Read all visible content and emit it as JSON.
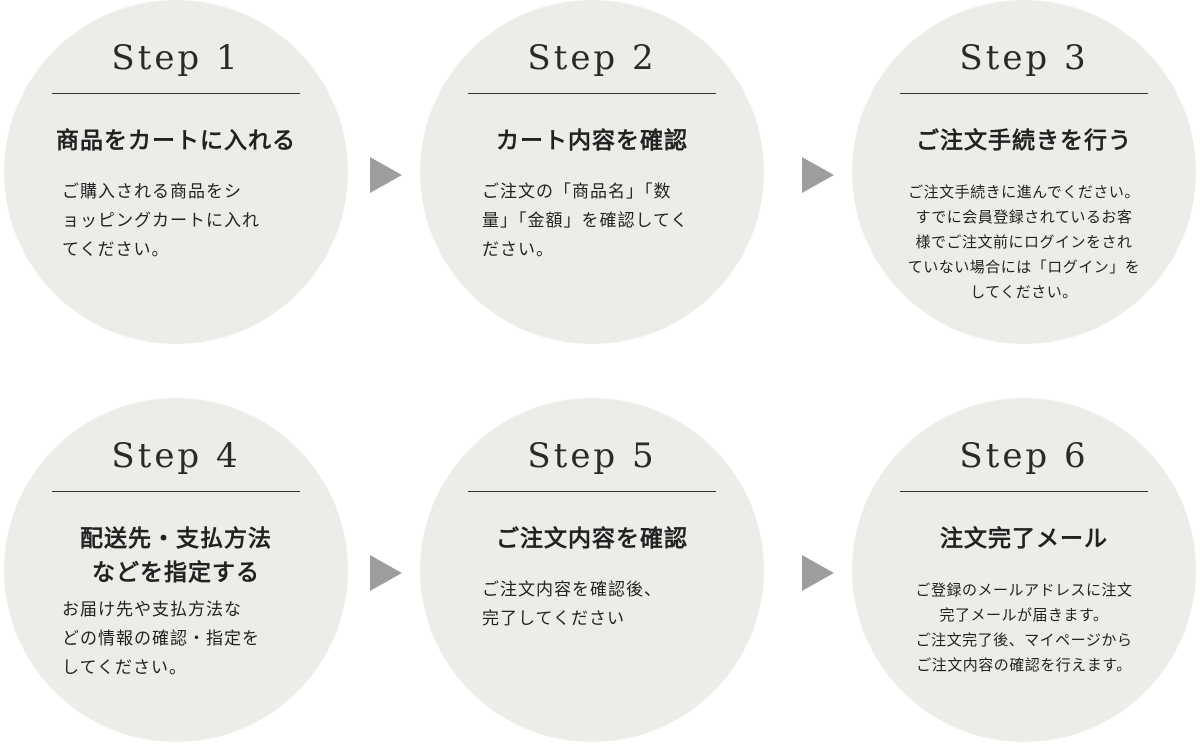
{
  "steps": [
    {
      "label": "Step 1",
      "title": "商品をカートに入れる",
      "desc": "ご購入される商品をシ\nョッピングカートに入れ\nてください。"
    },
    {
      "label": "Step 2",
      "title": "カート内容を確認",
      "desc": "ご注文の「商品名」「数\n量」「金額」を確認してく\nださい。"
    },
    {
      "label": "Step 3",
      "title": "ご注文手続きを行う",
      "desc": "ご注文手続きに進んでください。\nすでに会員登録されているお客\n様でご注文前にログインをされ\nていない場合には「ログイン」を\nしてください。"
    },
    {
      "label": "Step 4",
      "title": "配送先・支払方法\nなどを指定する",
      "desc": "お届け先や支払方法な\nどの情報の確認・指定を\nしてください。"
    },
    {
      "label": "Step 5",
      "title": "ご注文内容を確認",
      "desc": "ご注文内容を確認後、\n完了してください"
    },
    {
      "label": "Step 6",
      "title": "注文完了メール",
      "desc": "ご登録のメールアドレスに注文\n完了メールが届きます。\nご注文完了後、マイページから\nご注文内容の確認を行えます。"
    }
  ]
}
